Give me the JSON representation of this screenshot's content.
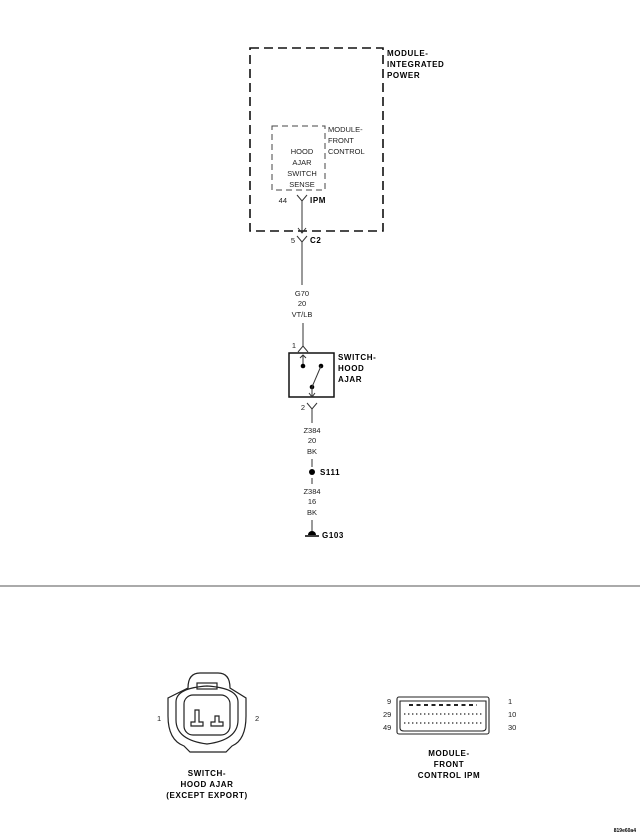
{
  "modules": {
    "integrated_power": [
      "MODULE-",
      "INTEGRATED",
      "POWER"
    ],
    "front_control": [
      "MODULE-",
      "FRONT",
      "CONTROL"
    ],
    "sense_label": [
      "HOOD",
      "AJAR",
      "SWITCH",
      "SENSE"
    ]
  },
  "connectors": {
    "ipm_pin": "44",
    "ipm_name": "IPM",
    "c2_pin": "5",
    "c2_name": "C2",
    "switch_pin1": "1",
    "switch_pin2": "2"
  },
  "wires": {
    "upper": [
      "G70",
      "20",
      "VT/LB"
    ],
    "middle": [
      "Z384",
      "20",
      "BK"
    ],
    "lower": [
      "Z384",
      "16",
      "BK"
    ]
  },
  "switch": [
    "SWITCH-",
    "HOOD",
    "AJAR"
  ],
  "splice": "S111",
  "ground": "G103",
  "connector_views": {
    "switch": {
      "pin_left": "1",
      "pin_right": "2",
      "caption": [
        "SWITCH-",
        "HOOD AJAR",
        "(EXCEPT EXPORT)"
      ]
    },
    "module": {
      "pins_left": [
        "9",
        "29",
        "49"
      ],
      "pins_right": [
        "1",
        "10",
        "30"
      ],
      "caption": [
        "MODULE-",
        "FRONT",
        "CONTROL IPM"
      ]
    }
  },
  "figure_id": "819e60a4"
}
